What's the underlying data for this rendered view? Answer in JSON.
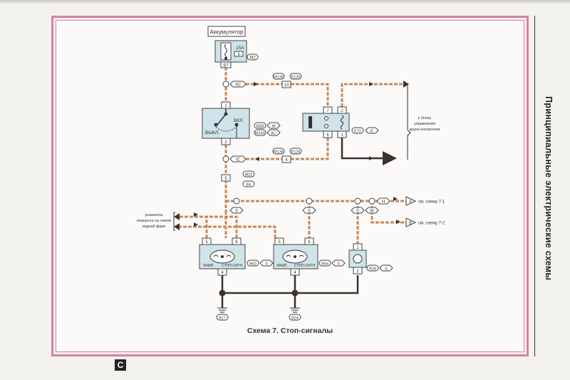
{
  "page": {
    "side_title": "Принципиальные электрические схемы",
    "caption": "Схема 7. Стоп-сигналы",
    "publisher_logo": "C"
  },
  "components": {
    "battery": {
      "label": "Аккумулятор"
    },
    "fuse": {
      "rating": "15A",
      "number": "5",
      "location": "M2",
      "connector": "B7"
    },
    "brake_switch": {
      "on_label": "ВКЛ.",
      "off_label": "ВЫКЛ.",
      "pin_in": "1",
      "pin_out": "2",
      "tags": [
        "M28",
        "M",
        "M140",
        "AC"
      ]
    },
    "cruise_relay": {
      "pins": [
        "7",
        "2",
        "6",
        "1"
      ],
      "tags": [
        "E72",
        "IC"
      ]
    },
    "lamp_left": {
      "pins": [
        "5",
        "6",
        "4"
      ],
      "caption_left": "ЛАМП.",
      "caption_right": "СТОП-СИГН.",
      "tags": [
        "B62",
        "S"
      ]
    },
    "lamp_right": {
      "pins": [
        "5",
        "6",
        "4"
      ],
      "caption_left": "ЛАМП.",
      "caption_right": "СТОП-СИГН.",
      "tags": [
        "B64",
        "S"
      ]
    },
    "high_stop_lamp": {
      "pins": [
        "1",
        "2"
      ],
      "tags": [
        "B28",
        "S"
      ]
    }
  },
  "connectors": {
    "xc": "XC",
    "c13": {
      "pin": "13",
      "tags": [
        "M136",
        "E126"
      ]
    },
    "ic": "IC",
    "c4": {
      "pin": "4",
      "tags": [
        "M136",
        "E126"
      ]
    },
    "c5": {
      "pin": "5",
      "tags": [
        "M22",
        "B4"
      ]
    },
    "s1": "S",
    "s2": "S",
    "s3": "S",
    "w": "W",
    "h": "H"
  },
  "references": {
    "cruise_control_note": [
      "к блоку",
      "управления",
      "круиз-контролем"
    ],
    "turn_signal_note": [
      "указатель",
      "поворота на левой",
      "задней фаре"
    ],
    "ref_a": {
      "letter": "A",
      "text": "см. схему 7-1"
    },
    "ref_b": {
      "letter": "B",
      "text": "см. схему 7-2"
    }
  },
  "grounds": [
    "B17",
    "B24"
  ],
  "colors": {
    "frame": "#d8829f",
    "wire_orange": "#c98a5c",
    "wire_dark": "#3a3330",
    "component_fill": "#cfe3ea"
  }
}
